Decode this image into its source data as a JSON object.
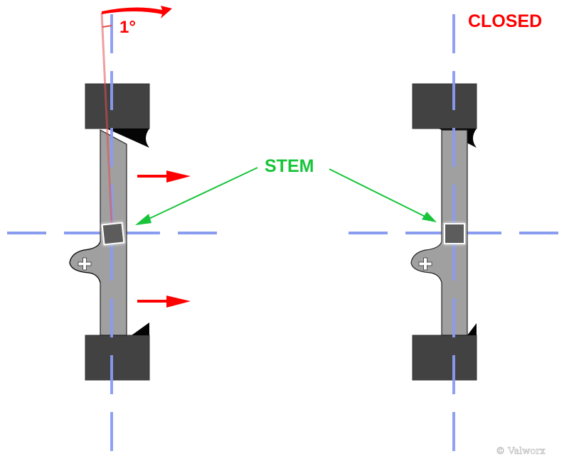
{
  "labels": {
    "state": "CLOSED",
    "callout": "STEM",
    "angle": "1°",
    "copyright": "© Valworx"
  },
  "colors": {
    "centerline": "#8a9cf0",
    "seat_block": "#424242",
    "stem_plate": "#a0a0a0",
    "stem_square": "#5c5c5c",
    "arrow_red": "#ff0000",
    "callout_green": "#17c43a",
    "tilt_line": "#f08080",
    "shadow": "#000000"
  },
  "diagrams": [
    {
      "id": "left",
      "description": "Stem tilted by 1 degree with force arrows pushing right",
      "tilt_deg": 1,
      "force_arrows": 2
    },
    {
      "id": "right",
      "description": "Stem aligned with centerline — valve closed",
      "tilt_deg": 0
    }
  ]
}
